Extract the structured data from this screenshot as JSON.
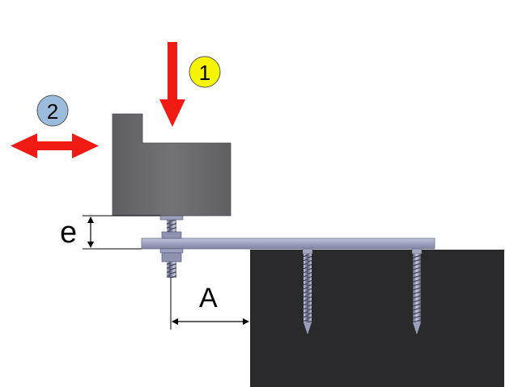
{
  "labels": {
    "force_vertical": "1",
    "force_horizontal": "2",
    "dim_gap": "e",
    "dim_overhang": "A"
  },
  "colors": {
    "arrow": "#f11b14",
    "badge_vertical": "#f7f506",
    "badge_horizontal": "#9bbbdc",
    "block": "#6f6f73",
    "plate": "#a3a8c4",
    "substrate": "#2a2a2c",
    "bolt": "#8a8fae"
  },
  "icons": {
    "force_vertical": "arrow-down-icon",
    "force_horizontal": "double-arrow-horizontal-icon"
  }
}
